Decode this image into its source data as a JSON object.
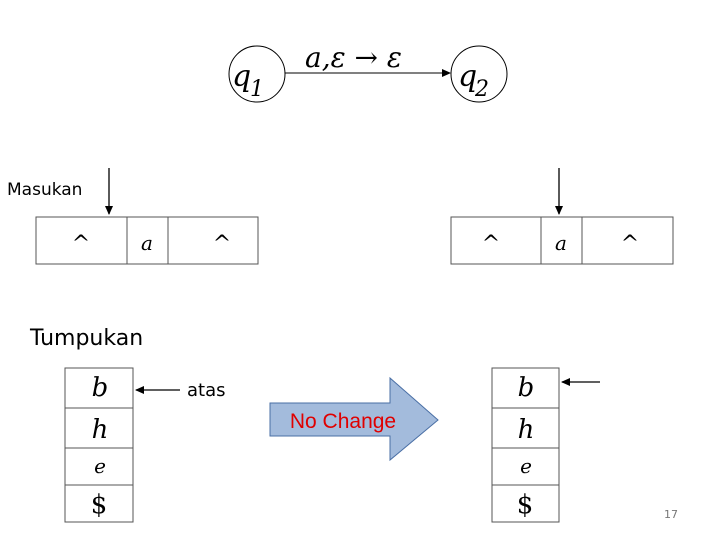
{
  "transition": {
    "from_state": "q",
    "from_index": "1",
    "to_state": "q",
    "to_index": "2",
    "label": "a,ε → ε"
  },
  "input_label": "Masukan",
  "input_tape_before": [
    "^",
    "a",
    "^"
  ],
  "input_tape_after": [
    "^",
    "a",
    "^"
  ],
  "stack_label": "Tumpukan",
  "stack_top_label": "atas",
  "stack_before": [
    "b",
    "h",
    "e",
    "$"
  ],
  "stack_after": [
    "b",
    "h",
    "e",
    "$"
  ],
  "transition_arrow_text": "No Change",
  "colors": {
    "arrow_fill": "#a3bbdc",
    "arrow_text": "#e00000"
  },
  "page_number": "17"
}
